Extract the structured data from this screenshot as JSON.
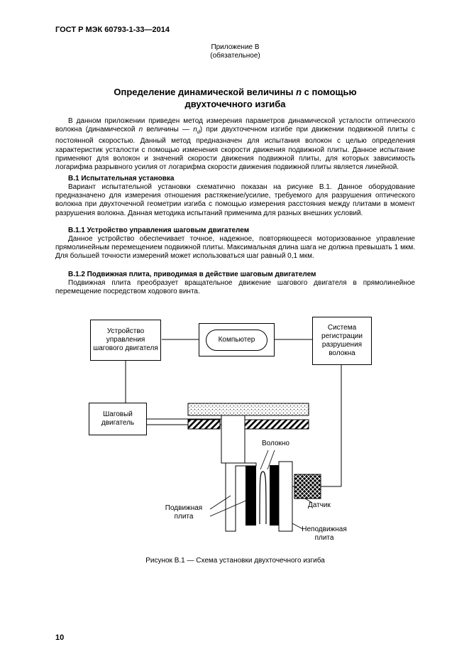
{
  "header": {
    "text": "ГОСТ Р МЭК 60793-1-33—2014"
  },
  "annex": {
    "label": "Приложение В",
    "type": "(обязательное)"
  },
  "title": {
    "part1": "Определение динамической величины ",
    "n": "n",
    "part2": " с помощью",
    "line2": "двухточечного изгиба"
  },
  "intro": {
    "part1": "В данном приложении приведен метод измерения параметров динамической усталости оптического волокна (динамической ",
    "n1": "n",
    "part2": " величины — ",
    "n2": "n",
    "sub": "d",
    "part3": ") при двухточечном изгибе при движении подвижной плиты с постоянной скоростью. Данный метод предназначен для испытания волокон с целью определения характеристик усталости с помощью изменения скорости движения подвижной плиты. Данное испытание применяют для волокон и значений скорости движения подвижной плиты, для которых зависимость логарифма разрывного усилия от логарифма скорости движения подвижной плиты является линейной."
  },
  "sections": [
    {
      "heading": "В.1 Испытательная установка",
      "body": "Вариант испытательной установки схематично показан на рисунке В.1. Данное оборудование предназначено для измерения отношения растяжение/усилие, требуемого для разрушения оптического волокна при двухточечной геометрии изгиба с помощью измерения расстояния между плитами в момент разрушения волокна. Данная методика испытаний применима для разных внешних условий."
    },
    {
      "heading": "В.1.1 Устройство управления шаговым двигателем",
      "body": "Данное устройство обеспечивает точное, надежное, повторяющееся моторизованное управление прямолинейным перемещением подвижной плиты. Максимальная длина шага не должна превышать 1 мкм. Для большей точности измерений может использоваться шаг равный 0,1 мкм."
    },
    {
      "heading": "В.1.2 Подвижная плита, приводимая в действие шаговым двигателем",
      "body": "Подвижная плита преобразует вращательное движение шагового двигателя в прямолинейное перемещение посредством ходового винта."
    }
  ],
  "figure": {
    "caption": "Рисунок В.1 — Схема установки двухточечного изгиба",
    "labels": {
      "controller": "Устройство управления шагового двигателя",
      "computer": "Компьютер",
      "recording_system": "Система регистрации разрушения волокна",
      "stepper_motor": "Шаговый двигатель",
      "fiber": "Волокно",
      "movable_plate": "Подвижная плита",
      "sensor": "Датчик",
      "fixed_plate": "Неподвижная плита"
    }
  },
  "footer": {
    "page_number": "10"
  },
  "colors": {
    "text": "#000000",
    "background": "#ffffff"
  }
}
